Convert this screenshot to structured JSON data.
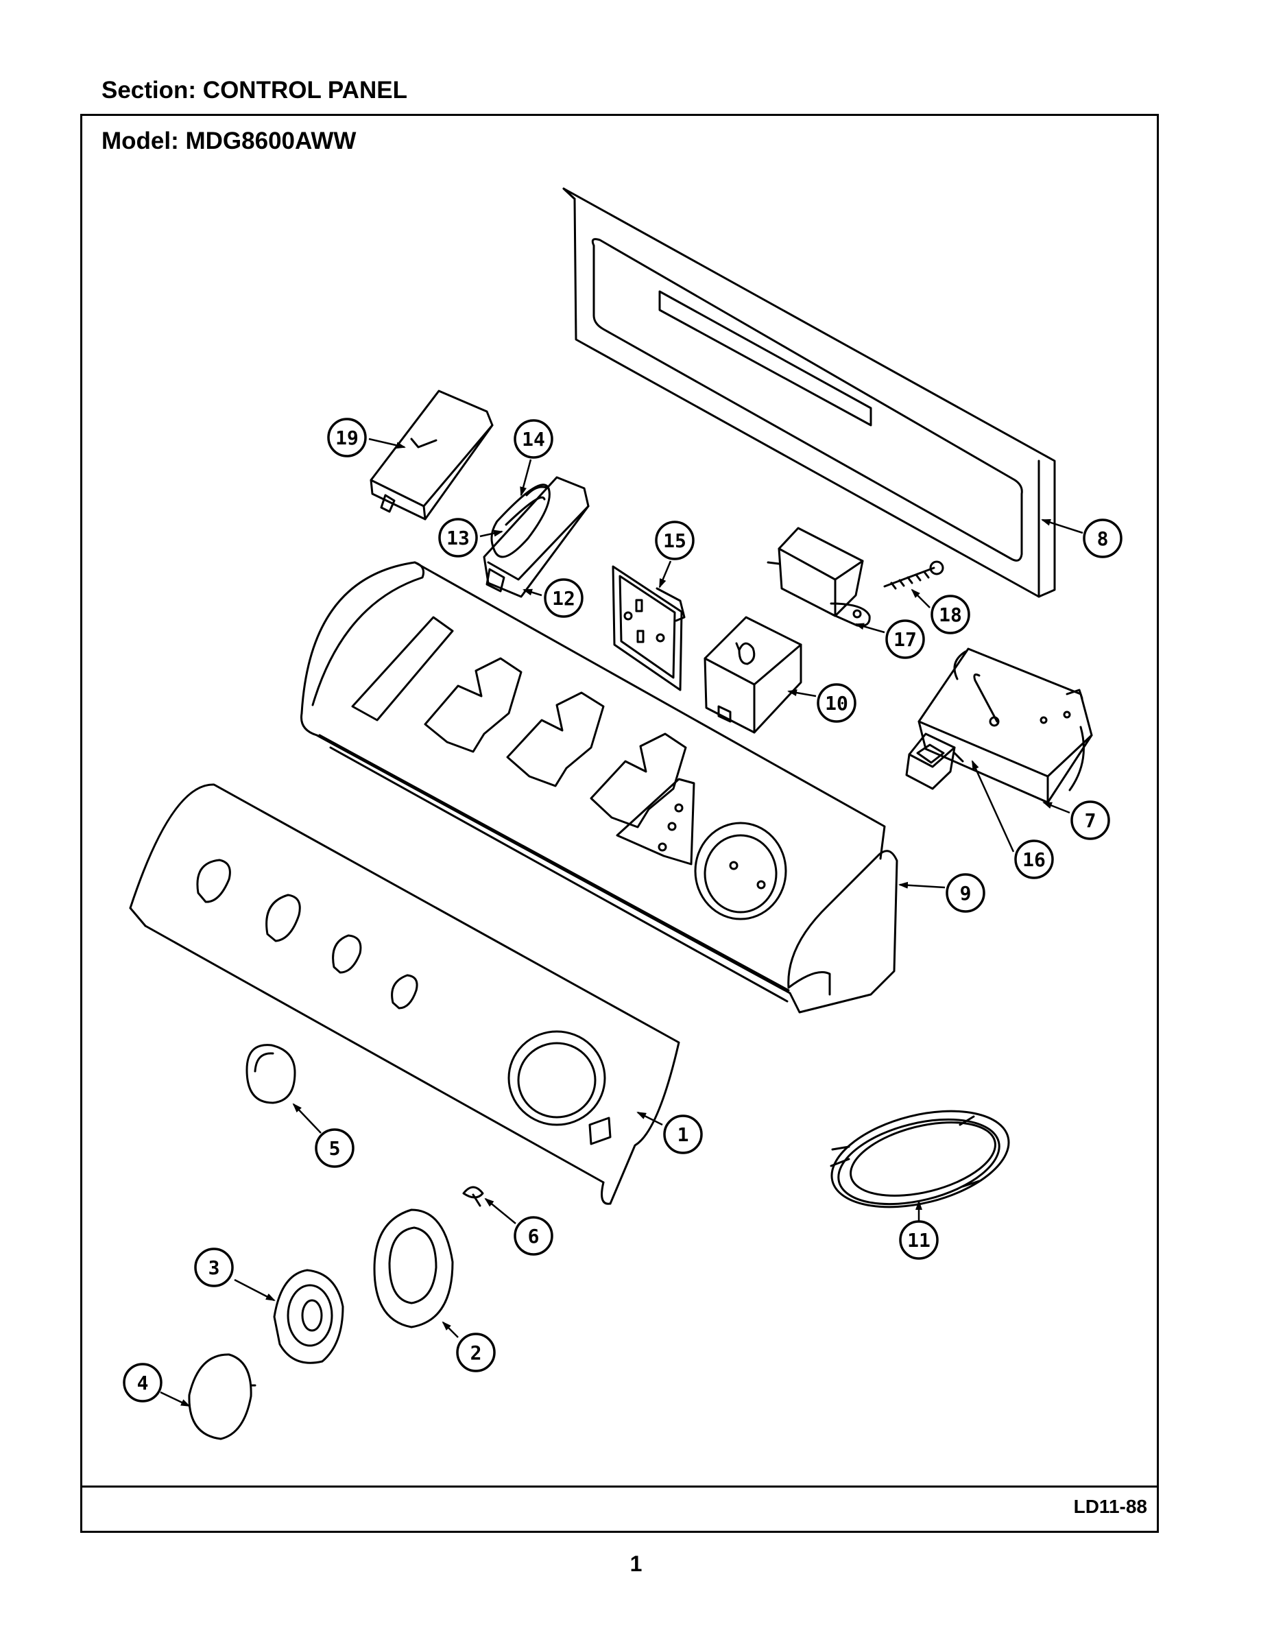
{
  "header": {
    "section_label": "Section:  CONTROL PANEL",
    "model_label": "Model:  MDG8600AWW"
  },
  "footer": {
    "doc_code": "LD11-88",
    "page_number": "1"
  },
  "callouts": [
    "1",
    "2",
    "3",
    "4",
    "5",
    "6",
    "7",
    "8",
    "9",
    "10",
    "11",
    "12",
    "13",
    "14",
    "15",
    "16",
    "17",
    "18",
    "19"
  ]
}
